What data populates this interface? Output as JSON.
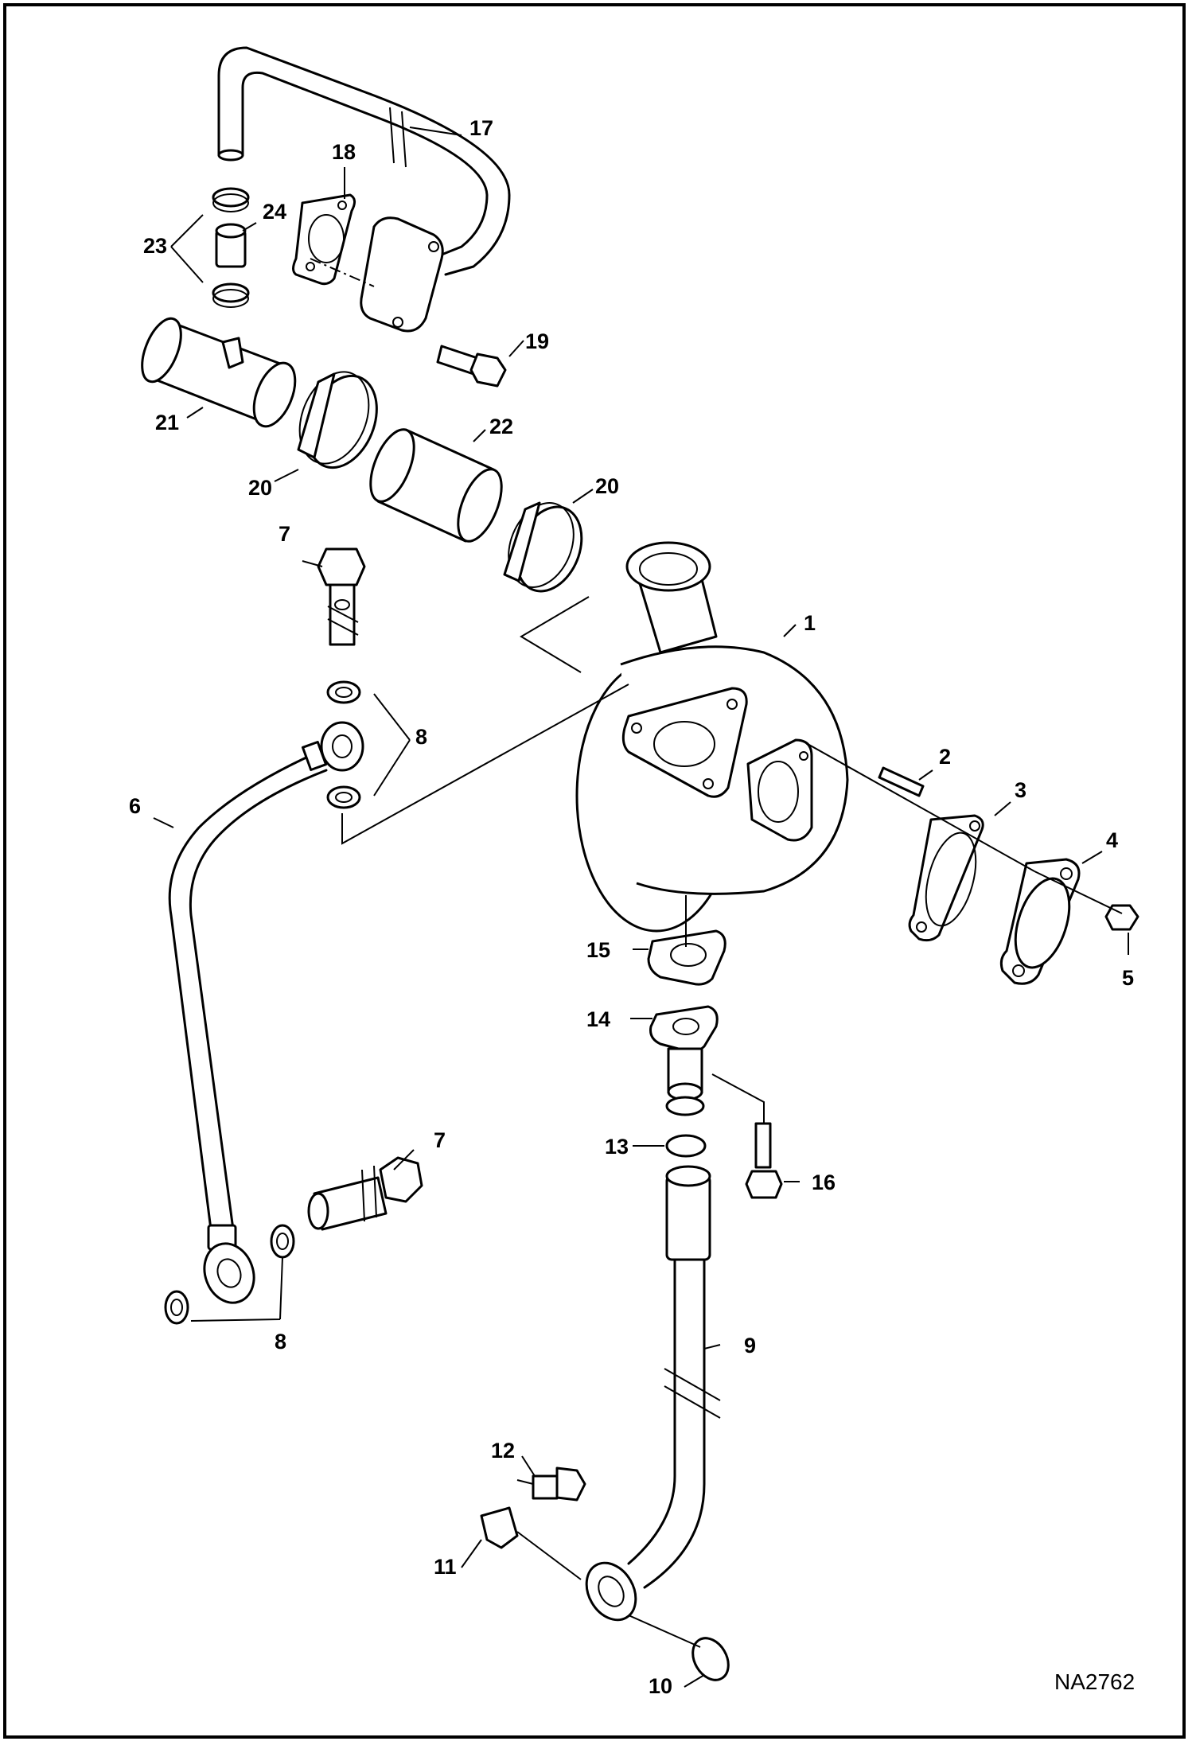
{
  "diagram": {
    "drawing_code": "NA2762",
    "callouts": {
      "c1": "1",
      "c2": "2",
      "c3": "3",
      "c4": "4",
      "c5": "5",
      "c6": "6",
      "c7a": "7",
      "c7b": "7",
      "c8a": "8",
      "c8b": "8",
      "c9": "9",
      "c10": "10",
      "c11": "11",
      "c12": "12",
      "c13": "13",
      "c14": "14",
      "c15": "15",
      "c16": "16",
      "c17": "17",
      "c18": "18",
      "c19": "19",
      "c20a": "20",
      "c20b": "20",
      "c21": "21",
      "c22": "22",
      "c23": "23",
      "c24": "24"
    }
  }
}
